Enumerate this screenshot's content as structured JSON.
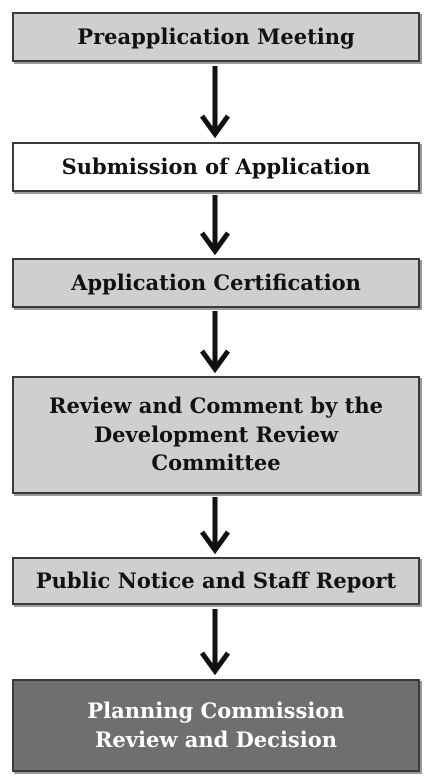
{
  "steps": [
    {
      "label": "Preapplication Meeting",
      "fill": "#cfcfcf"
    },
    {
      "label": "Submission of Application",
      "fill": "#ffffff"
    },
    {
      "label": "Application Certification",
      "fill": "#cfcfcf"
    },
    {
      "label_lines": [
        "Review and Comment by the",
        "Development Review",
        "Committee"
      ],
      "fill": "#cfcfcf"
    },
    {
      "label": "Public Notice and Staff Report",
      "fill": "#cfcfcf"
    },
    {
      "label_lines": [
        "Planning Commission",
        "Review and Decision"
      ],
      "fill": "#6f6f6f"
    }
  ],
  "colors": {
    "border": "#3a3a3a",
    "arrow": "#111111",
    "light_fill": "#cfcfcf",
    "dark_fill": "#6f6f6f"
  }
}
